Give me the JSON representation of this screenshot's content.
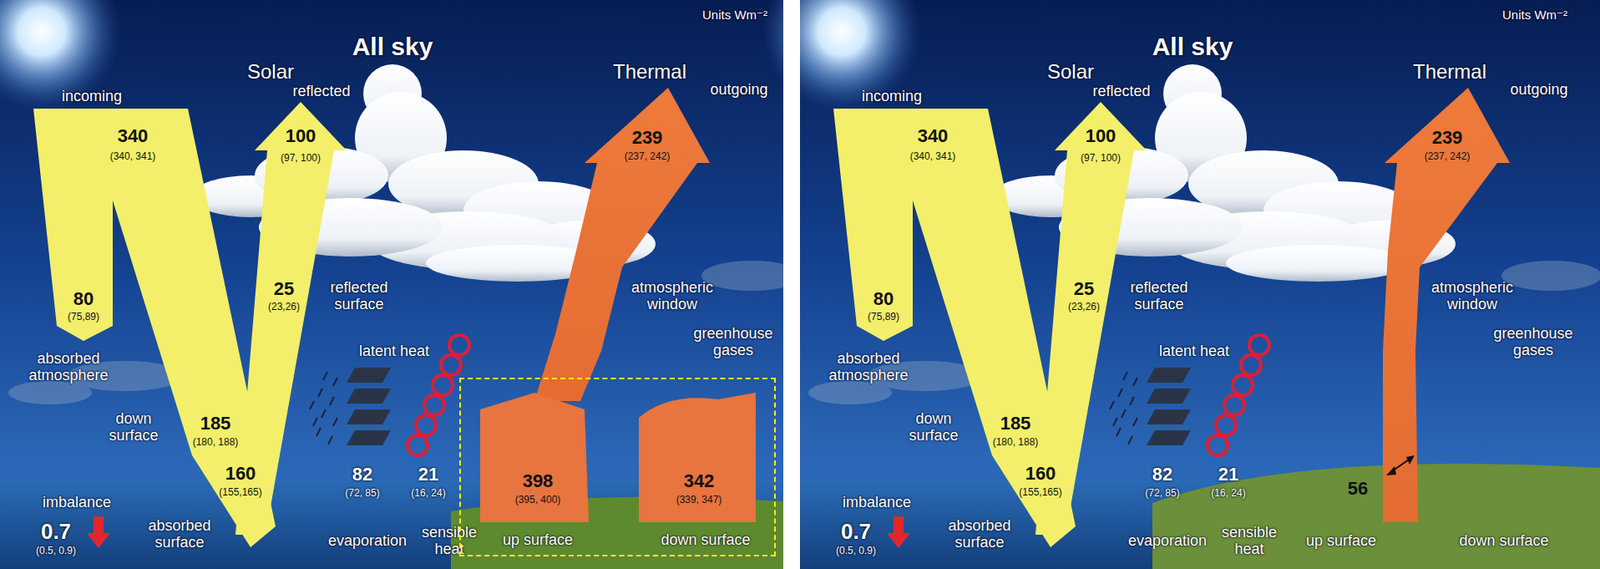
{
  "diagram": {
    "nodes": [
      {
        "text": [
          "398",
          "(395, 400)",
          "342",
          "(339, 347)",
          "up surface",
          "down surface"
        ]
      }
    ],
    "labels": [
      "Units Wm⁻²",
      "All sky",
      "Solar",
      "Thermal",
      "incoming",
      "reflected",
      "outgoing",
      "340",
      "(340, 341)",
      "100",
      "(97, 100)",
      "239",
      "(237, 242)",
      "25",
      "(23,26)",
      "reflected surface",
      "80",
      "(75,89)",
      "atmospheric window",
      "absorbed atmosphere",
      "greenhouse gases",
      "latent heat",
      "down surface",
      "185",
      "(180, 188)",
      "160",
      "(155,165)",
      "82",
      "(72, 85)",
      "21",
      "(16, 24)",
      "imbalance",
      "0.7",
      "(0.5, 0.9)",
      "absorbed surface",
      "evaporation",
      "sensible heat",
      "Units Wm⁻²",
      "All sky",
      "Solar",
      "Thermal",
      "incoming",
      "reflected",
      "outgoing",
      "340",
      "(340, 341)",
      "100",
      "(97, 100)",
      "239",
      "(237, 242)",
      "25",
      "(23,26)",
      "reflected surface",
      "80",
      "(75,89)",
      "atmospheric window",
      "absorbed atmosphere",
      "greenhouse gases",
      "latent heat",
      "down surface",
      "185",
      "(180, 188)",
      "160",
      "(155,165)",
      "82",
      "(72, 85)",
      "21",
      "(16, 24)",
      "imbalance",
      "0.7",
      "(0.5, 0.9)",
      "absorbed surface",
      "evaporation",
      "sensible heat",
      "56",
      "up surface",
      "down surface"
    ]
  }
}
